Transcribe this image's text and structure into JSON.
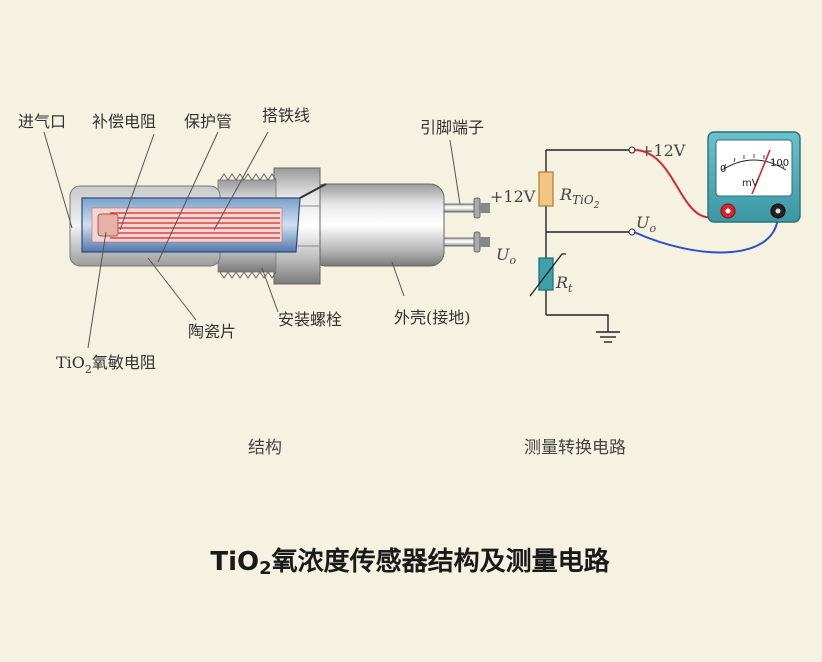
{
  "structure": {
    "labels": {
      "inlet": "进气口",
      "compensation_resistor": "补偿电阻",
      "protective_tube": "保护管",
      "ground_wire": "搭铁线",
      "pin_terminal": "引脚端子",
      "ceramic_sheet": "陶瓷片",
      "mounting_bolt": "安装螺栓",
      "shell_grounded": "外壳(接地)",
      "tio2_resistor_prefix": "TiO",
      "tio2_resistor_sub": "2",
      "tio2_resistor_suffix": "氧敏电阻"
    },
    "pin_labels": {
      "plus12v": "+12V",
      "uo_main": "U",
      "uo_sub": "o"
    },
    "caption": "结构"
  },
  "circuit": {
    "supply_label": "+12V",
    "output_main": "U",
    "output_sub": "o",
    "r_tio2_main": "R",
    "r_tio2_sub": "TiO",
    "r_tio2_subsub": "2",
    "rt_main": "R",
    "rt_sub": "t",
    "caption": "测量转换电路"
  },
  "meter": {
    "scale_min": "0",
    "scale_max": "100",
    "unit": "mV"
  },
  "title": {
    "prefix": "TiO",
    "sub": "2",
    "rest": "氧浓度传感器结构及测量电路"
  },
  "colors": {
    "background": "#f6f2e1",
    "red_lead": "#d8282a",
    "blue_lead": "#2a52c8",
    "meter_case": "#4aa9b4"
  }
}
